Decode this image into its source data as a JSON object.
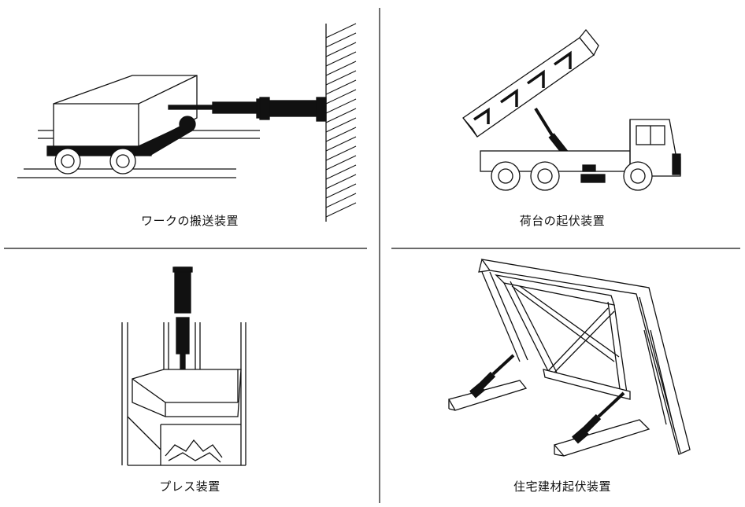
{
  "panels": {
    "top_left": {
      "caption": "ワークの搬送装置",
      "illustration": "cart-pushed-by-cylinder-illustration"
    },
    "top_right": {
      "caption": "荷台の起伏装置",
      "illustration": "dump-truck-illustration"
    },
    "bottom_left": {
      "caption": "プレス装置",
      "illustration": "press-device-illustration"
    },
    "bottom_right": {
      "caption": "住宅建材起伏装置",
      "illustration": "building-panel-lifter-illustration"
    }
  },
  "colors": {
    "line": "#111111",
    "background": "#ffffff"
  }
}
